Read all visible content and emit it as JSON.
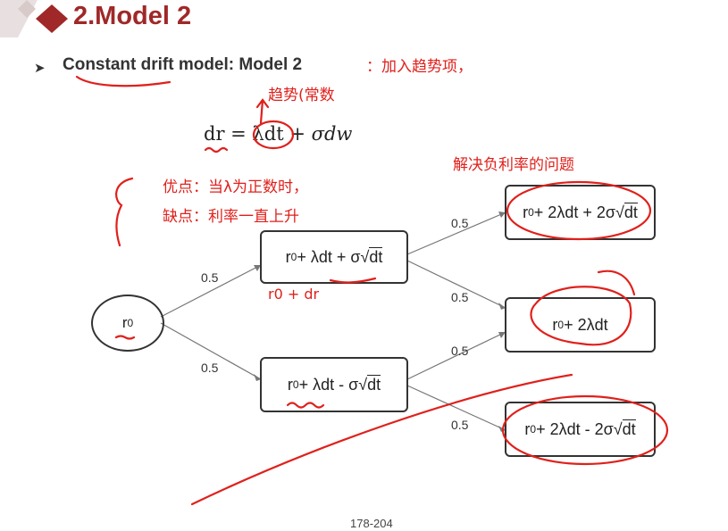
{
  "slide": {
    "title": "2.Model 2",
    "subtitle": "Constant drift model: Model 2",
    "page_number": "178-204"
  },
  "equation": {
    "lhs": "dr",
    "eq": "=",
    "term1": "λdt",
    "plus": "+",
    "term2": "σdw"
  },
  "tree": {
    "root": {
      "base": "r",
      "sub": "0"
    },
    "up_node": {
      "prefix": "r",
      "sub": "0",
      "body": " + λdt + σ",
      "sqrt": "dt"
    },
    "down_node": {
      "prefix": "r",
      "sub": "0",
      "body": " + λdt - σ",
      "sqrt": "dt"
    },
    "uu_node": {
      "prefix": "r",
      "sub": "0",
      "body": " + 2λdt + 2σ",
      "sqrt": "dt"
    },
    "ud_node": {
      "prefix": "r",
      "sub": "0",
      "body": " + 2λdt",
      "sqrt": ""
    },
    "dd_node": {
      "prefix": "r",
      "sub": "0",
      "body": " + 2λdt - 2σ",
      "sqrt": "dt"
    },
    "probabilities": [
      "0.5",
      "0.5",
      "0.5",
      "0.5",
      "0.5",
      "0.5"
    ]
  },
  "annotations": {
    "note_subtitle": "：加入趋势项，",
    "note_lambda": "趋势(常数",
    "note_advantage": "优点：当λ为正数时，",
    "note_disadvantage": "缺点：利率一直上升",
    "note_solve": "解决负利率的问题",
    "note_r0_dr": "r0 + dr"
  },
  "colors": {
    "title": "#a02828",
    "ink": "#e0201b",
    "box_border": "#333333"
  }
}
